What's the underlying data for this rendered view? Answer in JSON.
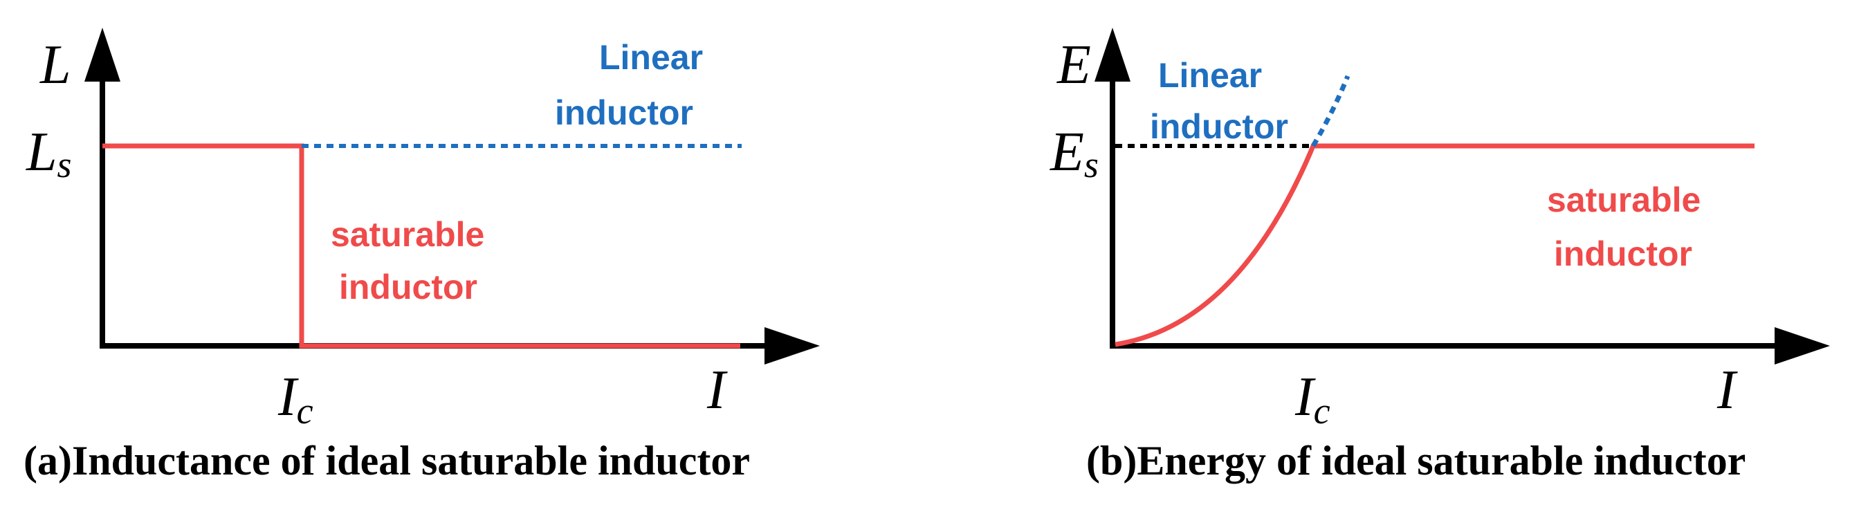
{
  "colors": {
    "axis": "#000000",
    "saturable": "#f04a4a",
    "linear": "#1f6fc0",
    "dashed_ref": "#000000"
  },
  "panel_a": {
    "y_axis_label": "L",
    "y_tick_main": "L",
    "y_tick_sub": "s",
    "x_tick_main": "I",
    "x_tick_sub": "c",
    "x_axis_label": "I",
    "linear_line1": "Linear",
    "linear_line2": "inductor",
    "saturable_line1": "saturable",
    "saturable_line2": "inductor",
    "caption": "(a)Inductance of ideal saturable inductor"
  },
  "panel_b": {
    "y_axis_label": "E",
    "y_tick_main": "E",
    "y_tick_sub": "s",
    "x_tick_main": "I",
    "x_tick_sub": "c",
    "x_axis_label": "I",
    "linear_line1": "Linear",
    "linear_line2": "inductor",
    "saturable_line1": "saturable",
    "saturable_line2": "inductor",
    "caption": "(b)Energy of ideal saturable inductor"
  }
}
